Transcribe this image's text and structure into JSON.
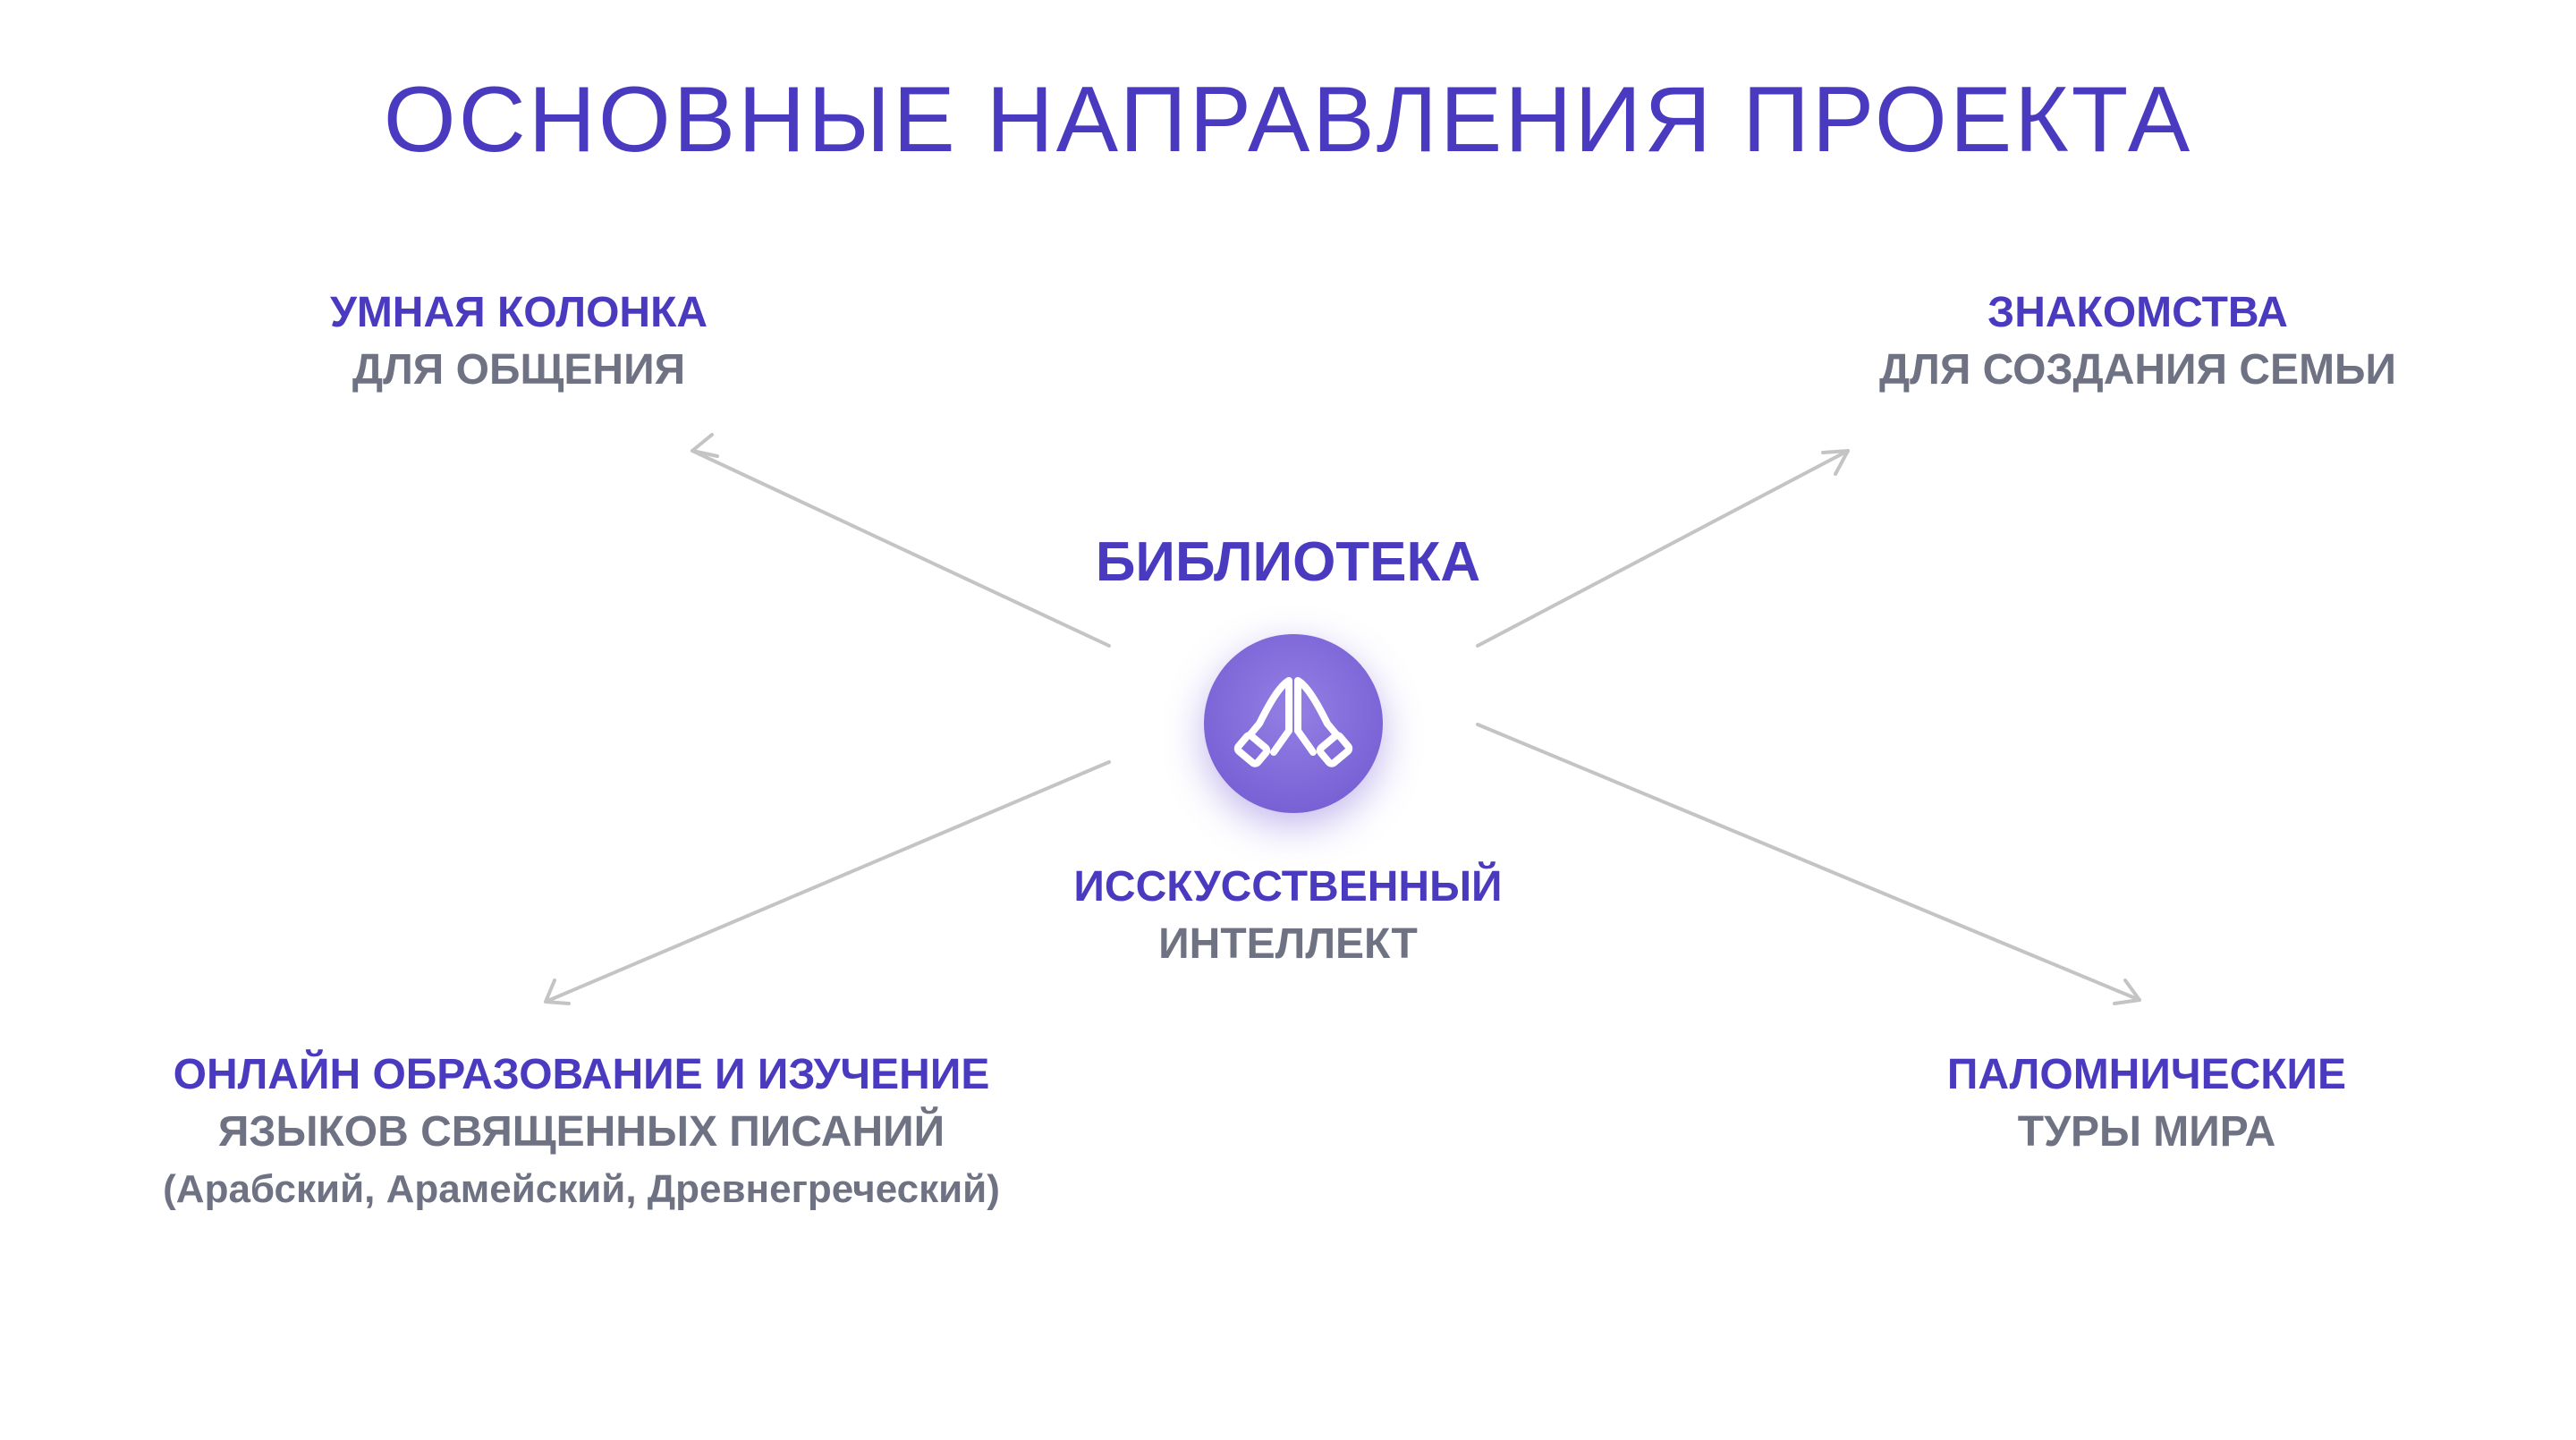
{
  "title": "ОСНОВНЫЕ НАПРАВЛЕНИЯ ПРОЕКТА",
  "center": {
    "top_label": "БИБЛИОТЕКА",
    "icon": "praying-hands-icon",
    "bottom_line1": "ИССКУССТВЕННЫЙ",
    "bottom_line2": "ИНТЕЛЛЕКТ"
  },
  "nodes": {
    "top_left": {
      "line1": "УМНАЯ КОЛОНКА",
      "line2": "ДЛЯ ОБЩЕНИЯ"
    },
    "top_right": {
      "line1": "ЗНАКОМСТВА",
      "line2": "ДЛЯ СОЗДАНИЯ СЕМЬИ"
    },
    "bottom_left": {
      "line1": "ОНЛАЙН ОБРАЗОВАНИЕ И ИЗУЧЕНИЕ",
      "line2": "ЯЗЫКОВ СВЯЩЕННЫХ ПИСАНИЙ",
      "line3": "(Арабский, Арамейский, Древнегреческий)"
    },
    "bottom_right": {
      "line1": "ПАЛОМНИЧЕСКИЕ",
      "line2": "ТУРЫ МИРА"
    }
  },
  "colors": {
    "accent": "#4a3abf",
    "secondary_text": "#6e7282",
    "arrow": "#c4c4c4",
    "hub": "#7a63d6"
  }
}
